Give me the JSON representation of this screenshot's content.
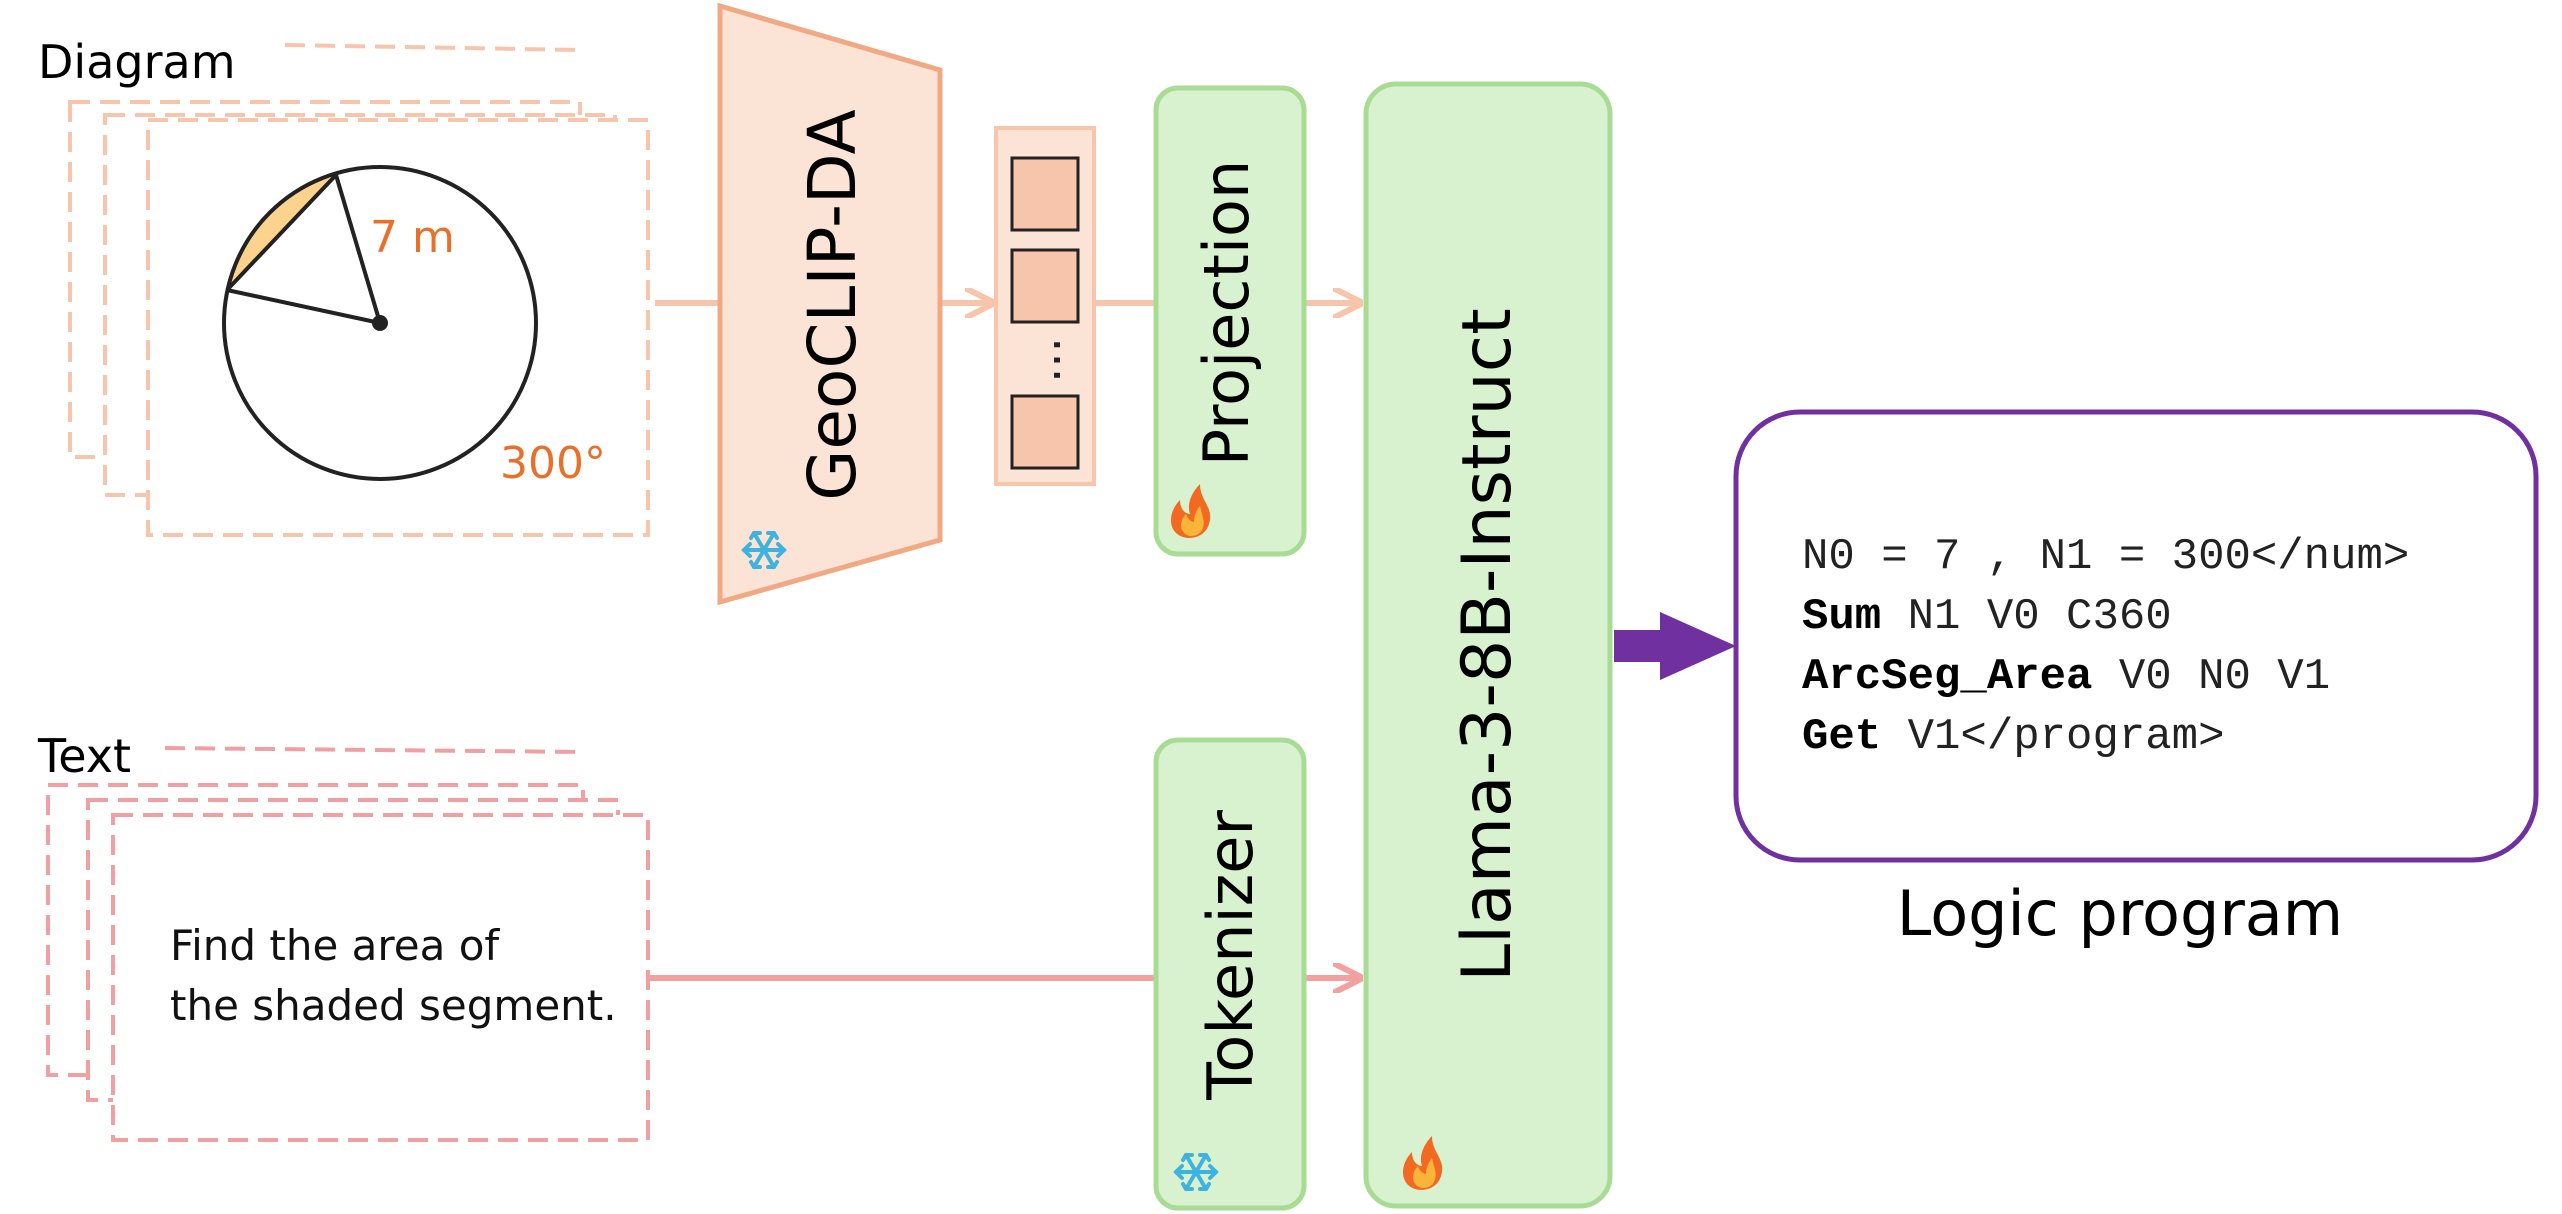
{
  "inputs": {
    "diagram_label": "Diagram",
    "text_label": "Text",
    "figure": {
      "radius_label": "7 m",
      "angle_label": "300°"
    },
    "question_lines": [
      "Find the area of",
      "the shaded segment."
    ]
  },
  "modules": {
    "encoder": {
      "label": "GeoCLIP-DA",
      "state": "frozen",
      "state_icon": "snowflake-icon"
    },
    "tokens": {
      "ellipsis": "..."
    },
    "projection": {
      "label": "Projection",
      "state": "trainable",
      "state_icon": "fire-icon"
    },
    "tokenizer": {
      "label": "Tokenizer",
      "state": "frozen",
      "state_icon": "snowflake-icon"
    },
    "llm": {
      "label": "Llama-3-8B-Instruct",
      "state": "trainable",
      "state_icon": "fire-icon"
    }
  },
  "output": {
    "caption": "Logic program",
    "lines": [
      {
        "bold": "",
        "rest": "N0 = 7 , N1 = 300</num>"
      },
      {
        "bold": "Sum",
        "rest": " N1 V0 C360"
      },
      {
        "bold": "ArcSeg_Area",
        "rest": " V0 N0 V1"
      },
      {
        "bold": "Get",
        "rest": " V1</program>"
      }
    ]
  },
  "colors": {
    "encoder_fill": "#fbe3d6",
    "encoder_stroke": "#f0a983",
    "token_fill": "#f6c5ab",
    "module_fill": "#d8f2d0",
    "module_stroke": "#a8dc95",
    "image_arrow": "#f6c5ab",
    "text_arrow": "#f2a0a0",
    "text_frame": "#f0a0a0",
    "image_frame": "#f6c5ab",
    "output_stroke": "#7030a0",
    "output_arrow": "#7030a0",
    "figure_accent": "#e8702a",
    "shaded_fill": "#fbd38d"
  }
}
